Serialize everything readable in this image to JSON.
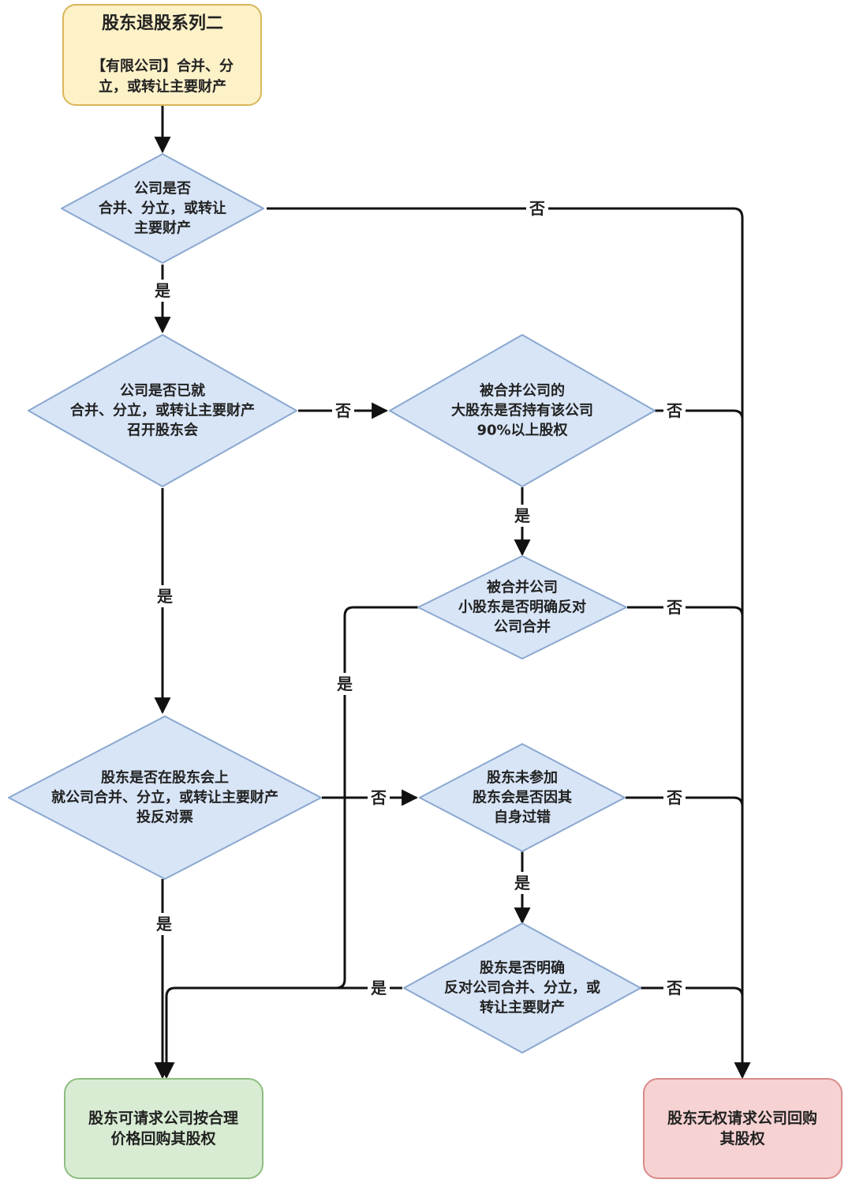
{
  "title": "股东退股系列二",
  "subtitle_lines": [
    "【有限公司】合并、分",
    "立，或转让主要财产"
  ],
  "decisions": {
    "d1": [
      "公司是否",
      "合并、分立，或转让",
      "主要财产"
    ],
    "d2": [
      "公司是否已就",
      "合并、分立，或转让主要财产",
      "召开股东会"
    ],
    "d3": [
      "被合并公司的",
      "大股东是否持有该公司",
      "90%以上股权"
    ],
    "d4": [
      "被合并公司",
      "小股东是否明确反对",
      "公司合并"
    ],
    "d5": [
      "股东是否在股东会上",
      "就公司合并、分立，或转让主要财产",
      "投反对票"
    ],
    "d6": [
      "股东未参加",
      "股东会是否因其",
      "自身过错"
    ],
    "d7": [
      "股东是否明确",
      "反对公司合并、分立，或",
      "转让主要财产"
    ]
  },
  "outcomes": {
    "yes_outcome": [
      "股东可请求公司按合理",
      "价格回购其股权"
    ],
    "no_outcome": [
      "股东无权请求公司回购",
      "其股权"
    ]
  },
  "labels": {
    "yes": "是",
    "no": "否"
  },
  "colors": {
    "start_fill": "#fdf1c8",
    "start_stroke": "#d9b65a",
    "decision_fill": "#d8e5f7",
    "decision_stroke": "#8aa8cf",
    "yes_fill": "#d8ecd3",
    "yes_stroke": "#8dbd7f",
    "no_fill": "#f7d2d2",
    "no_stroke": "#d98a8a",
    "line": "#111111"
  }
}
